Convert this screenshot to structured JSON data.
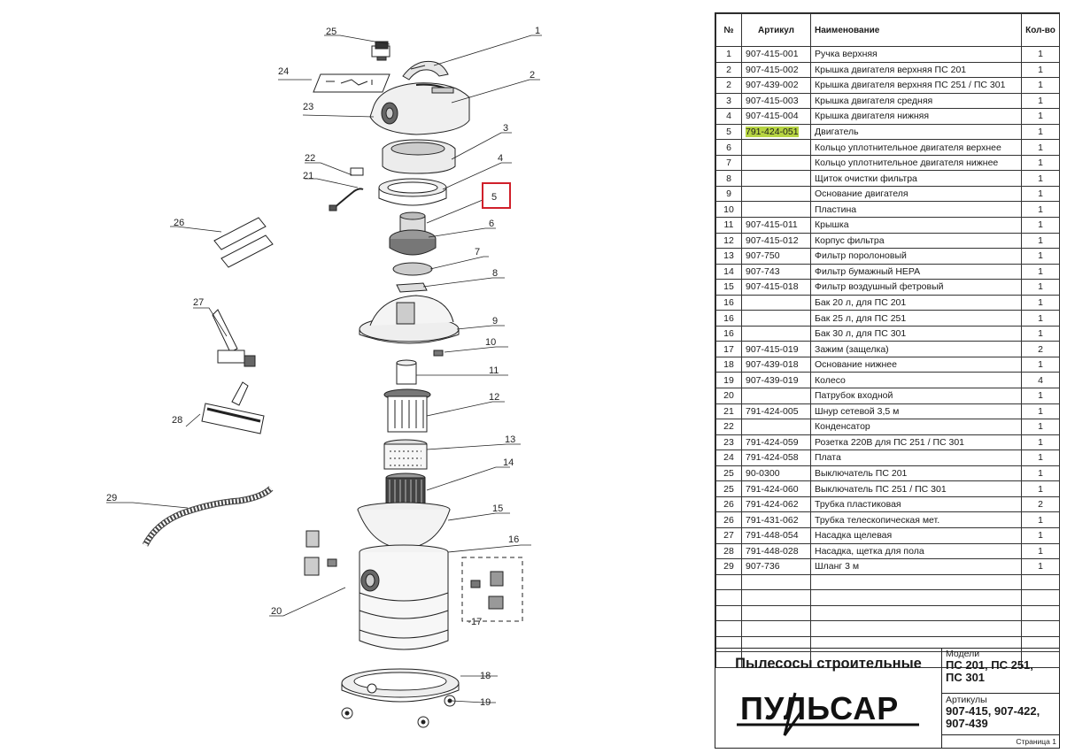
{
  "table": {
    "headers": {
      "num": "№",
      "article": "Артикул",
      "name": "Наименование",
      "qty": "Кол-во"
    },
    "rows": [
      {
        "num": "1",
        "article": "907-415-001",
        "name": "Ручка верхняя",
        "qty": "1"
      },
      {
        "num": "2",
        "article": "907-415-002",
        "name": "Крышка двигателя верхняя ПС 201",
        "qty": "1"
      },
      {
        "num": "2",
        "article": "907-439-002",
        "name": "Крышка двигателя верхняя ПС 251 / ПС 301",
        "qty": "1"
      },
      {
        "num": "3",
        "article": "907-415-003",
        "name": "Крышка двигателя средняя",
        "qty": "1"
      },
      {
        "num": "4",
        "article": "907-415-004",
        "name": "Крышка двигателя нижняя",
        "qty": "1"
      },
      {
        "num": "5",
        "article": "791-424-051",
        "name": "Двигатель",
        "qty": "1",
        "highlight": true
      },
      {
        "num": "6",
        "article": "",
        "name": "Кольцо уплотнительное двигателя верхнее",
        "qty": "1"
      },
      {
        "num": "7",
        "article": "",
        "name": "Кольцо уплотнительное двигателя нижнее",
        "qty": "1"
      },
      {
        "num": "8",
        "article": "",
        "name": "Щиток очистки фильтра",
        "qty": "1"
      },
      {
        "num": "9",
        "article": "",
        "name": "Основание двигателя",
        "qty": "1"
      },
      {
        "num": "10",
        "article": "",
        "name": "Пластина",
        "qty": "1"
      },
      {
        "num": "11",
        "article": "907-415-011",
        "name": "Крышка",
        "qty": "1"
      },
      {
        "num": "12",
        "article": "907-415-012",
        "name": "Корпус фильтра",
        "qty": "1"
      },
      {
        "num": "13",
        "article": "907-750",
        "name": "Фильтр поролоновый",
        "qty": "1"
      },
      {
        "num": "14",
        "article": "907-743",
        "name": "Фильтр бумажный HEPA",
        "qty": "1"
      },
      {
        "num": "15",
        "article": "907-415-018",
        "name": "Фильтр воздушный фетровый",
        "qty": "1"
      },
      {
        "num": "16",
        "article": "",
        "name": "Бак 20 л, для ПС 201",
        "qty": "1"
      },
      {
        "num": "16",
        "article": "",
        "name": "Бак 25 л, для ПС 251",
        "qty": "1"
      },
      {
        "num": "16",
        "article": "",
        "name": "Бак 30 л, для ПС 301",
        "qty": "1"
      },
      {
        "num": "17",
        "article": "907-415-019",
        "name": "Зажим (защелка)",
        "qty": "2"
      },
      {
        "num": "18",
        "article": "907-439-018",
        "name": "Основание нижнее",
        "qty": "1"
      },
      {
        "num": "19",
        "article": "907-439-019",
        "name": "Колесо",
        "qty": "4"
      },
      {
        "num": "20",
        "article": "",
        "name": "Патрубок входной",
        "qty": "1"
      },
      {
        "num": "21",
        "article": "791-424-005",
        "name": "Шнур сетевой 3,5 м",
        "qty": "1"
      },
      {
        "num": "22",
        "article": "",
        "name": "Конденсатор",
        "qty": "1"
      },
      {
        "num": "23",
        "article": "791-424-059",
        "name": "Розетка 220В для ПС 251 / ПС 301",
        "qty": "1"
      },
      {
        "num": "24",
        "article": "791-424-058",
        "name": "Плата",
        "qty": "1"
      },
      {
        "num": "25",
        "article": "90-0300",
        "name": "Выключатель ПС 201",
        "qty": "1"
      },
      {
        "num": "25",
        "article": "791-424-060",
        "name": "Выключатель ПС 251 / ПС 301",
        "qty": "1"
      },
      {
        "num": "26",
        "article": "791-424-062",
        "name": "Трубка пластиковая",
        "qty": "2"
      },
      {
        "num": "26",
        "article": "791-431-062",
        "name": "Трубка телескопическая мет.",
        "qty": "1"
      },
      {
        "num": "27",
        "article": "791-448-054",
        "name": "Насадка щелевая",
        "qty": "1"
      },
      {
        "num": "28",
        "article": "791-448-028",
        "name": "Насадка, щетка для пола",
        "qty": "1"
      },
      {
        "num": "29",
        "article": "907-736",
        "name": "Шланг 3 м",
        "qty": "1"
      }
    ],
    "empty_rows": 6
  },
  "titleblock": {
    "title": "Пылесосы строительные",
    "brand": "ПУЛЬСАР",
    "models_label": "Модели",
    "models": [
      "ПС 201, ПС 251,",
      "ПС 301"
    ],
    "articles_label": "Артикулы",
    "articles": [
      "907-415, 907-422,",
      "907-439"
    ],
    "page": "Страница 1"
  },
  "diagram": {
    "callouts": [
      "1",
      "2",
      "3",
      "4",
      "5",
      "6",
      "7",
      "8",
      "9",
      "10",
      "11",
      "12",
      "13",
      "14",
      "15",
      "16",
      "17",
      "18",
      "19",
      "20",
      "21",
      "22",
      "23",
      "24",
      "25",
      "26",
      "27",
      "28",
      "29"
    ],
    "highlight_callout": "5",
    "highlight_color": "#d0202a",
    "row_highlight_color": "#b6d442"
  }
}
